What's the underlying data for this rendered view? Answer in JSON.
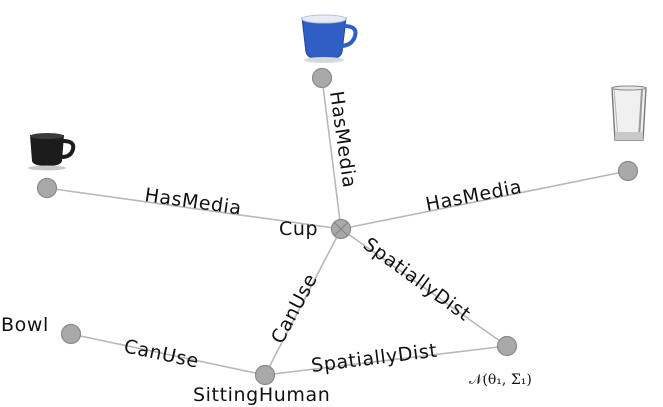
{
  "nodes": {
    "cup": {
      "label": "Cup"
    },
    "sitting_human": {
      "label": "SittingHuman"
    },
    "bowl": {
      "label": "Bowl"
    },
    "distribution": {
      "label": "𝒩(θ₁, Σ₁)"
    }
  },
  "edges": {
    "has_media_top": {
      "label": "HasMedia"
    },
    "has_media_left": {
      "label": "HasMedia"
    },
    "has_media_right": {
      "label": "HasMedia"
    },
    "can_use_cup": {
      "label": "CanUse"
    },
    "can_use_bowl": {
      "label": "CanUse"
    },
    "spatially_dist_cup": {
      "label": "SpatiallyDist"
    },
    "spatially_dist_human": {
      "label": "SpatiallyDist"
    }
  },
  "media": {
    "top": {
      "icon": "blue-cup-image"
    },
    "left": {
      "icon": "black-mug-image"
    },
    "right": {
      "icon": "glass-tumbler-image"
    }
  },
  "colors": {
    "node_fill": "#a9a9a9",
    "edge": "#b8b8b8",
    "blue_cup": "#2f5fc4",
    "black_mug": "#1c1c1c"
  }
}
